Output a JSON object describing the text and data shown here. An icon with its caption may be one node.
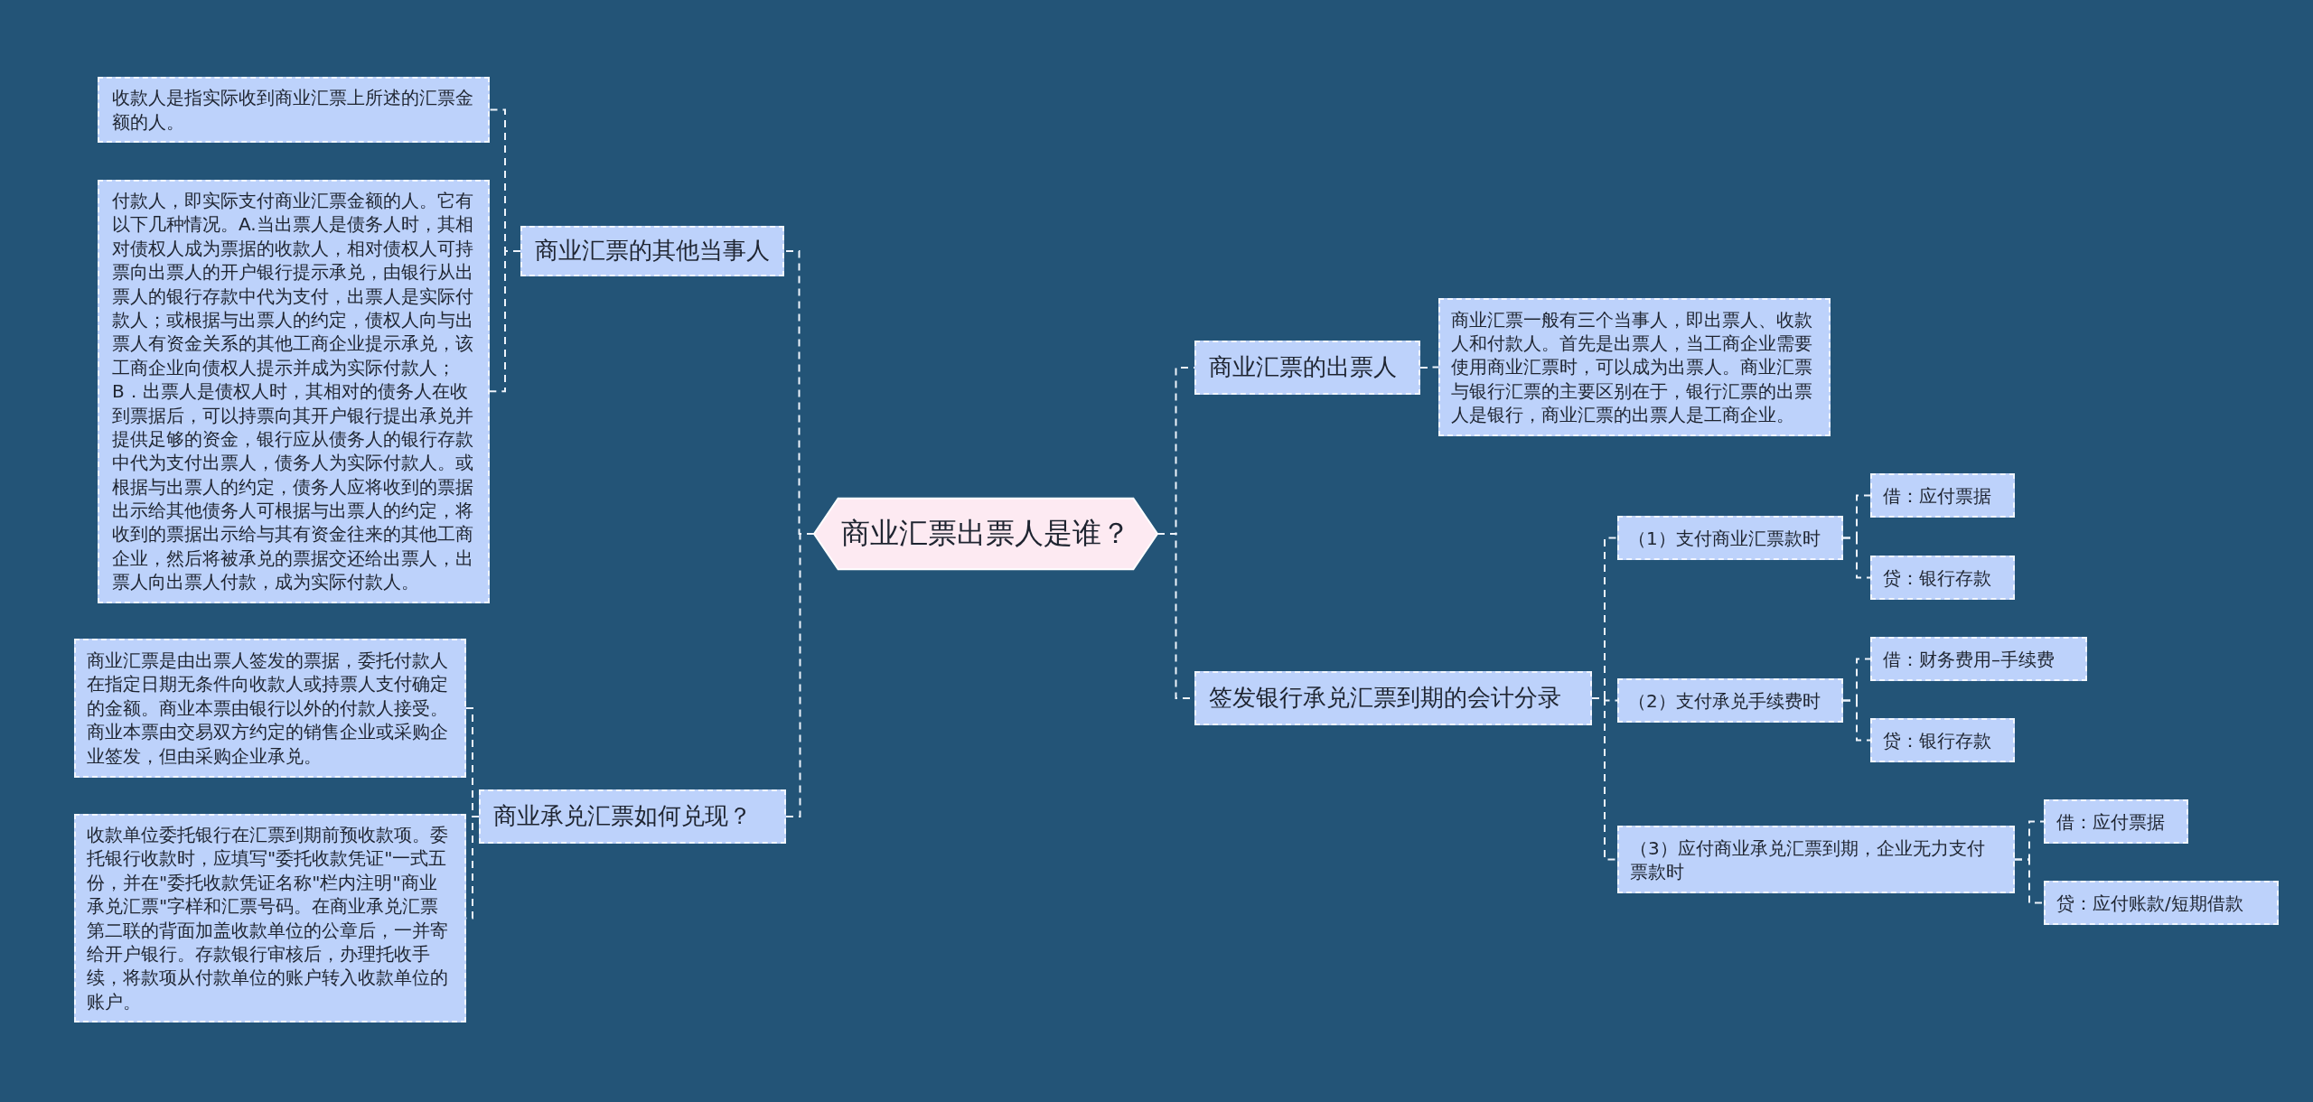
{
  "diagram": {
    "nodes": [
      {
        "text": [
          "商业汇票出票人是谁？"
        ]
      },
      {
        "text": [
          "商业汇票的其他当事人"
        ]
      },
      {
        "text": [
          "收款人是指实际收到商业汇票上所述的汇票金额的人。"
        ]
      },
      {
        "text": [
          "付款人，即实际支付商业汇票金额的人。它有以下几种情况。A.当出票人是债务人时，其相对债权人成为票据的收款人，相对债权人可持票向出票人的开户银行提示承兑，由银行从出票人的银行存款中代为支付，出票人是实际付款人；或根据与出票人的约定，债权人向与出票人有资金关系的其他工商企业提示承兑，该工商企业向债权人提示并成为实际付款人；B．出票人是债权人时，其相对的债务人在收到票据后，可以持票向其开户银行提出承兑并提供足够的资金，银行应从债务人的银行存款中代为支付出票人，债务人为实际付款人。或根据与出票人的约定，债务人应将收到的票据出示给其他债务人可根据与出票人的约定，将收到的票据出示给与其有资金往来的其他工商企业，然后将被承兑的票据交还给出票人，出票人向出票人付款，成为实际付款人。"
        ]
      },
      {
        "text": [
          "商业承兑汇票如何兑现？"
        ]
      },
      {
        "text": [
          "商业汇票是由出票人签发的票据，委托付款人在指定日期无条件向收款人或持票人支付确定的金额。商业本票由银行以外的付款人接受。商业本票由交易双方约定的销售企业或采购企业签发，但由采购企业承兑。"
        ]
      },
      {
        "text": [
          "收款单位委托银行在汇票到期前预收款项。委托银行收款时，应填写\"委托收款凭证\"一式五份，并在\"委托收款凭证名称\"栏内注明\"商业承兑汇票\"字样和汇票号码。在商业承兑汇票第二联的背面加盖收款单位的公章后，一并寄给开户银行。存款银行审核后，办理托收手续，将款项从付款单位的账户转入收款单位的账户。"
        ]
      },
      {
        "text": [
          "商业汇票的出票人"
        ]
      },
      {
        "text": [
          "商业汇票一般有三个当事人，即出票人、收款人和付款人。首先是出票人，当工商企业需要使用商业汇票时，可以成为出票人。商业汇票与银行汇票的主要区别在于，银行汇票的出票人是银行，商业汇票的出票人是工商企业。"
        ]
      },
      {
        "text": [
          "签发银行承兑汇票到期的会计分录"
        ]
      },
      {
        "text": [
          "（1）支付商业汇票款时"
        ]
      },
      {
        "text": [
          "借：应付票据"
        ]
      },
      {
        "text": [
          "贷：银行存款"
        ]
      },
      {
        "text": [
          "（2）支付承兑手续费时"
        ]
      },
      {
        "text": [
          "借：财务费用–手续费"
        ]
      },
      {
        "text": [
          "贷：银行存款"
        ]
      },
      {
        "text": [
          "（3）应付商业承兑汇票到期，企业无力支付票款时"
        ]
      },
      {
        "text": [
          "借：应付票据"
        ]
      },
      {
        "text": [
          "贷：应付账款/短期借款"
        ]
      }
    ],
    "edges": [
      {
        "from": 0,
        "to": 1,
        "arrow": "none"
      },
      {
        "from": 0,
        "to": 4,
        "arrow": "none"
      },
      {
        "from": 0,
        "to": 7,
        "arrow": "none"
      },
      {
        "from": 0,
        "to": 9,
        "arrow": "none"
      },
      {
        "from": 1,
        "to": 2,
        "arrow": "none"
      },
      {
        "from": 1,
        "to": 3,
        "arrow": "none"
      },
      {
        "from": 4,
        "to": 5,
        "arrow": "none"
      },
      {
        "from": 4,
        "to": 6,
        "arrow": "none"
      },
      {
        "from": 7,
        "to": 8,
        "arrow": "none"
      },
      {
        "from": 9,
        "to": 10,
        "arrow": "none"
      },
      {
        "from": 9,
        "to": 13,
        "arrow": "none"
      },
      {
        "from": 9,
        "to": 16,
        "arrow": "none"
      },
      {
        "from": 10,
        "to": 11,
        "arrow": "none"
      },
      {
        "from": 10,
        "to": 12,
        "arrow": "none"
      },
      {
        "from": 13,
        "to": 14,
        "arrow": "none"
      },
      {
        "from": 13,
        "to": 15,
        "arrow": "none"
      },
      {
        "from": 16,
        "to": 17,
        "arrow": "none"
      },
      {
        "from": 16,
        "to": 18,
        "arrow": "none"
      }
    ]
  }
}
